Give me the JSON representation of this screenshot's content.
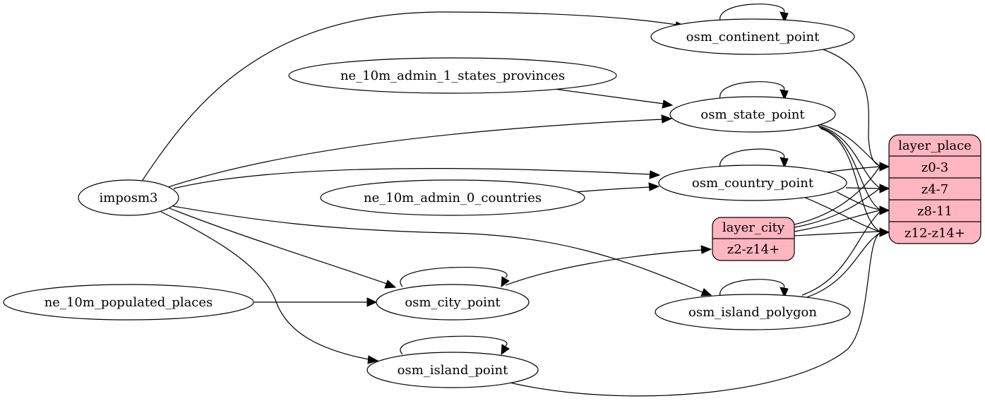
{
  "colors": {
    "record_fill": "#ffb6c1",
    "stroke": "#000000",
    "background": "#ffffff"
  },
  "nodes": {
    "imposm3": "imposm3",
    "ne_10m_admin_1_states_provinces": "ne_10m_admin_1_states_provinces",
    "ne_10m_admin_0_countries": "ne_10m_admin_0_countries",
    "ne_10m_populated_places": "ne_10m_populated_places",
    "osm_continent_point": "osm_continent_point",
    "osm_state_point": "osm_state_point",
    "osm_country_point": "osm_country_point",
    "osm_city_point": "osm_city_point",
    "osm_island_point": "osm_island_point",
    "osm_island_polygon": "osm_island_polygon"
  },
  "records": {
    "layer_city": {
      "title": "layer_city",
      "fields": [
        "z2-z14+"
      ]
    },
    "layer_place": {
      "title": "layer_place",
      "fields": [
        "z0-3",
        "z4-7",
        "z8-11",
        "z12-z14+"
      ]
    }
  },
  "edges": [
    {
      "from": "imposm3",
      "to": "osm_continent_point"
    },
    {
      "from": "imposm3",
      "to": "osm_state_point"
    },
    {
      "from": "imposm3",
      "to": "osm_country_point"
    },
    {
      "from": "imposm3",
      "to": "osm_city_point"
    },
    {
      "from": "imposm3",
      "to": "osm_island_point"
    },
    {
      "from": "imposm3",
      "to": "osm_island_polygon"
    },
    {
      "from": "ne_10m_admin_1_states_provinces",
      "to": "osm_state_point"
    },
    {
      "from": "ne_10m_admin_0_countries",
      "to": "osm_country_point"
    },
    {
      "from": "ne_10m_populated_places",
      "to": "osm_city_point"
    },
    {
      "from": "osm_city_point",
      "to": "layer_city:z2-z14+"
    },
    {
      "from": "osm_continent_point",
      "to": "layer_place:z0-3"
    },
    {
      "from": "osm_state_point",
      "to": "layer_place:z0-3"
    },
    {
      "from": "osm_state_point",
      "to": "layer_place:z4-7"
    },
    {
      "from": "osm_state_point",
      "to": "layer_place:z8-11"
    },
    {
      "from": "osm_state_point",
      "to": "layer_place:z12-z14+"
    },
    {
      "from": "osm_country_point",
      "to": "layer_place:z0-3"
    },
    {
      "from": "osm_country_point",
      "to": "layer_place:z4-7"
    },
    {
      "from": "osm_country_point",
      "to": "layer_place:z8-11"
    },
    {
      "from": "osm_country_point",
      "to": "layer_place:z12-z14+"
    },
    {
      "from": "layer_city",
      "to": "layer_place:z0-3"
    },
    {
      "from": "layer_city",
      "to": "layer_place:z4-7"
    },
    {
      "from": "layer_city",
      "to": "layer_place:z8-11"
    },
    {
      "from": "layer_city",
      "to": "layer_place:z12-z14+"
    },
    {
      "from": "osm_island_polygon",
      "to": "layer_place:z8-11"
    },
    {
      "from": "osm_island_polygon",
      "to": "layer_place:z12-z14+"
    },
    {
      "from": "osm_island_point",
      "to": "layer_place:z12-z14+"
    },
    {
      "from": "osm_continent_point",
      "to": "osm_continent_point",
      "self_loop": true
    },
    {
      "from": "osm_state_point",
      "to": "osm_state_point",
      "self_loop": true
    },
    {
      "from": "osm_country_point",
      "to": "osm_country_point",
      "self_loop": true
    },
    {
      "from": "osm_city_point",
      "to": "osm_city_point",
      "self_loop": true
    },
    {
      "from": "osm_island_point",
      "to": "osm_island_point",
      "self_loop": true
    },
    {
      "from": "osm_island_polygon",
      "to": "osm_island_polygon",
      "self_loop": true
    }
  ]
}
